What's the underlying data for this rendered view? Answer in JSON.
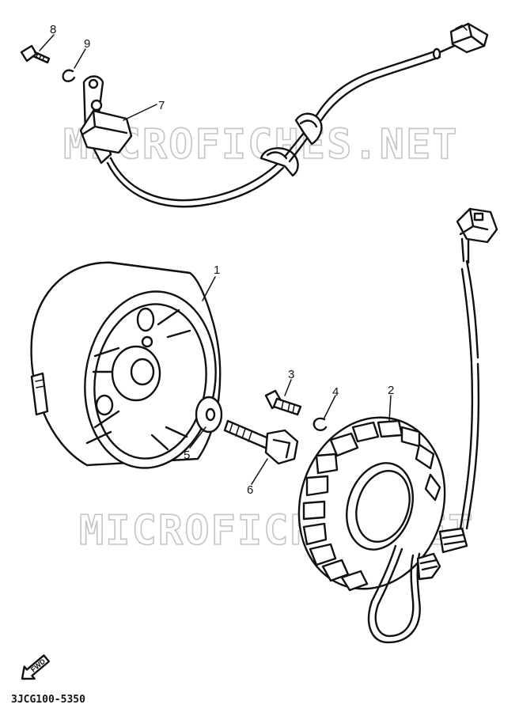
{
  "watermark": "MICROFICHES.NET",
  "diagram_code": "3JCG100-5350",
  "direction_label": "FWD",
  "callouts": [
    {
      "id": "1",
      "label": "1"
    },
    {
      "id": "2",
      "label": "2"
    },
    {
      "id": "3",
      "label": "3"
    },
    {
      "id": "4",
      "label": "4"
    },
    {
      "id": "5",
      "label": "5"
    },
    {
      "id": "6",
      "label": "6"
    },
    {
      "id": "7",
      "label": "7"
    },
    {
      "id": "8",
      "label": "8"
    },
    {
      "id": "9",
      "label": "9"
    }
  ]
}
